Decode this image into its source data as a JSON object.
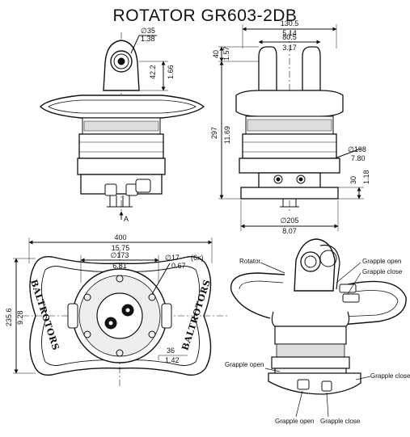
{
  "title": "ROTATOR  GR603-2DB",
  "front_view": {
    "pin_mm": "∅35",
    "pin_in": "1.38",
    "offset_mm": "42.2",
    "offset_in": "1.66",
    "view_marker": "A"
  },
  "side_view": {
    "width_mm": "130.5",
    "width_in": "5.14",
    "inner_mm": "80.5",
    "inner_in": "3.17",
    "top_mm": "40",
    "top_in": "1.57",
    "height_mm": "297",
    "height_in": "11.69",
    "body_dia_mm": "∅198",
    "body_dia_in": "7.80",
    "base_h_mm": "30",
    "base_h_in": "1.18",
    "base_dia_mm": "∅205",
    "base_dia_in": "8.07"
  },
  "top_view": {
    "length_mm": "400",
    "length_in": "15.75",
    "bolt_circle_mm": "∅173",
    "bolt_circle_in": "6.81",
    "hole_mm": "∅17",
    "hole_in": "0.67",
    "hole_count": "(6x)",
    "width_mm": "235.6",
    "width_in": "9.28",
    "depth_mm": "36",
    "depth_in": "1.42",
    "brand_text": "BALTROTORS"
  },
  "iso_view": {
    "rotator_label": "Rotator",
    "grapple_open_top": "Grapple open",
    "grapple_close_top": "Grapple close",
    "grapple_open_left": "Grapple open",
    "grapple_close_right": "Grapple close",
    "grapple_open_bottom": "Grapple open",
    "grapple_close_bottom": "Grapple close"
  }
}
